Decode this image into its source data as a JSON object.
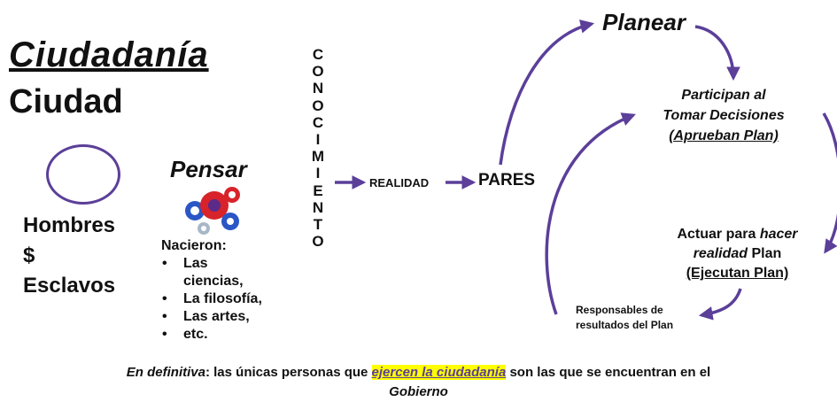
{
  "left": {
    "title": "Ciudadanía",
    "subtitle": "Ciudad",
    "lines": [
      "Hombres",
      "$",
      "Esclavos"
    ]
  },
  "pensar": {
    "heading": "Pensar",
    "intro": "Nacieron:",
    "items": [
      "Las ciencias,",
      "La filosofía,",
      "Las artes,",
      "etc."
    ]
  },
  "conocimiento_letters": [
    "C",
    "O",
    "N",
    "O",
    "C",
    "I",
    "M",
    "I",
    "E",
    "N",
    "T",
    "O"
  ],
  "flow": {
    "realidad": "REALIDAD",
    "pares": "PARES",
    "planear": "Planear",
    "participan": [
      "Participan al",
      "Tomar Decisiones",
      "(Aprueban Plan)"
    ],
    "actuar": {
      "pre": "Actuar para ",
      "hacer": "hacer",
      "realidad": "realidad",
      "plan": " Plan",
      "ejecutan": "(Ejecutan Plan)"
    },
    "responsables": [
      "Responsables de",
      "resultados del Plan"
    ]
  },
  "footer": {
    "em": "En definitiva",
    "pre": ": las únicas personas que ",
    "highlight": "ejercen la ciudadanía",
    "post": " son las que se encuentran en el",
    "last": "Gobierno"
  },
  "colors": {
    "accent": "#5b3f99",
    "highlight": "#ffff00"
  }
}
